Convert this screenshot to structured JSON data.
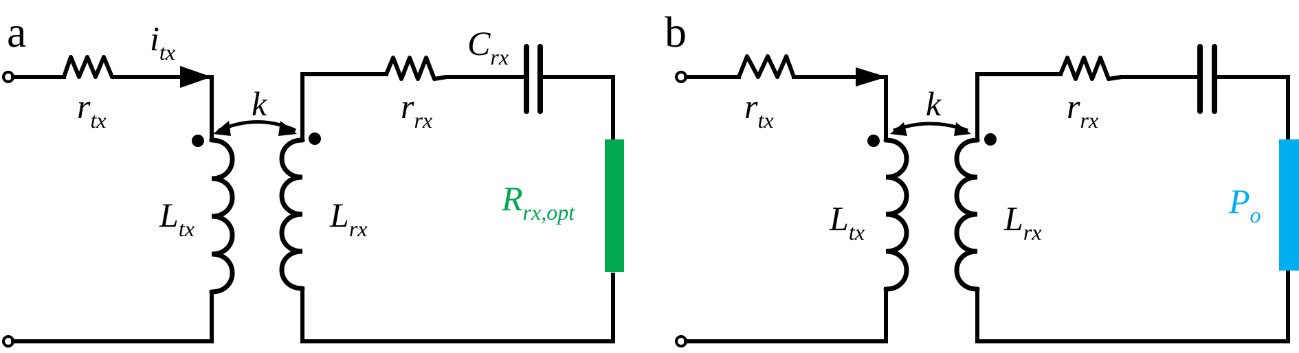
{
  "panels": [
    {
      "id": "a",
      "label": "a",
      "components": {
        "source_resistor": {
          "symbol": "r",
          "sub": "tx"
        },
        "current": {
          "symbol": "i",
          "sub": "tx"
        },
        "coupling": {
          "symbol": "k"
        },
        "tx_inductor": {
          "symbol": "L",
          "sub": "tx"
        },
        "rx_inductor": {
          "symbol": "L",
          "sub": "rx"
        },
        "rx_resistor": {
          "symbol": "r",
          "sub": "rx"
        },
        "rx_capacitor": {
          "symbol": "C",
          "sub": "rx"
        },
        "load": {
          "symbol": "R",
          "sub": "rx,opt",
          "color": "#00A84F"
        }
      }
    },
    {
      "id": "b",
      "label": "b",
      "components": {
        "source_resistor": {
          "symbol": "r",
          "sub": "tx"
        },
        "coupling": {
          "symbol": "k"
        },
        "tx_inductor": {
          "symbol": "L",
          "sub": "tx"
        },
        "rx_inductor": {
          "symbol": "L",
          "sub": "rx"
        },
        "rx_resistor": {
          "symbol": "r",
          "sub": "rx"
        },
        "load": {
          "symbol": "P",
          "sub": "o",
          "color": "#00AEEF"
        }
      }
    }
  ]
}
